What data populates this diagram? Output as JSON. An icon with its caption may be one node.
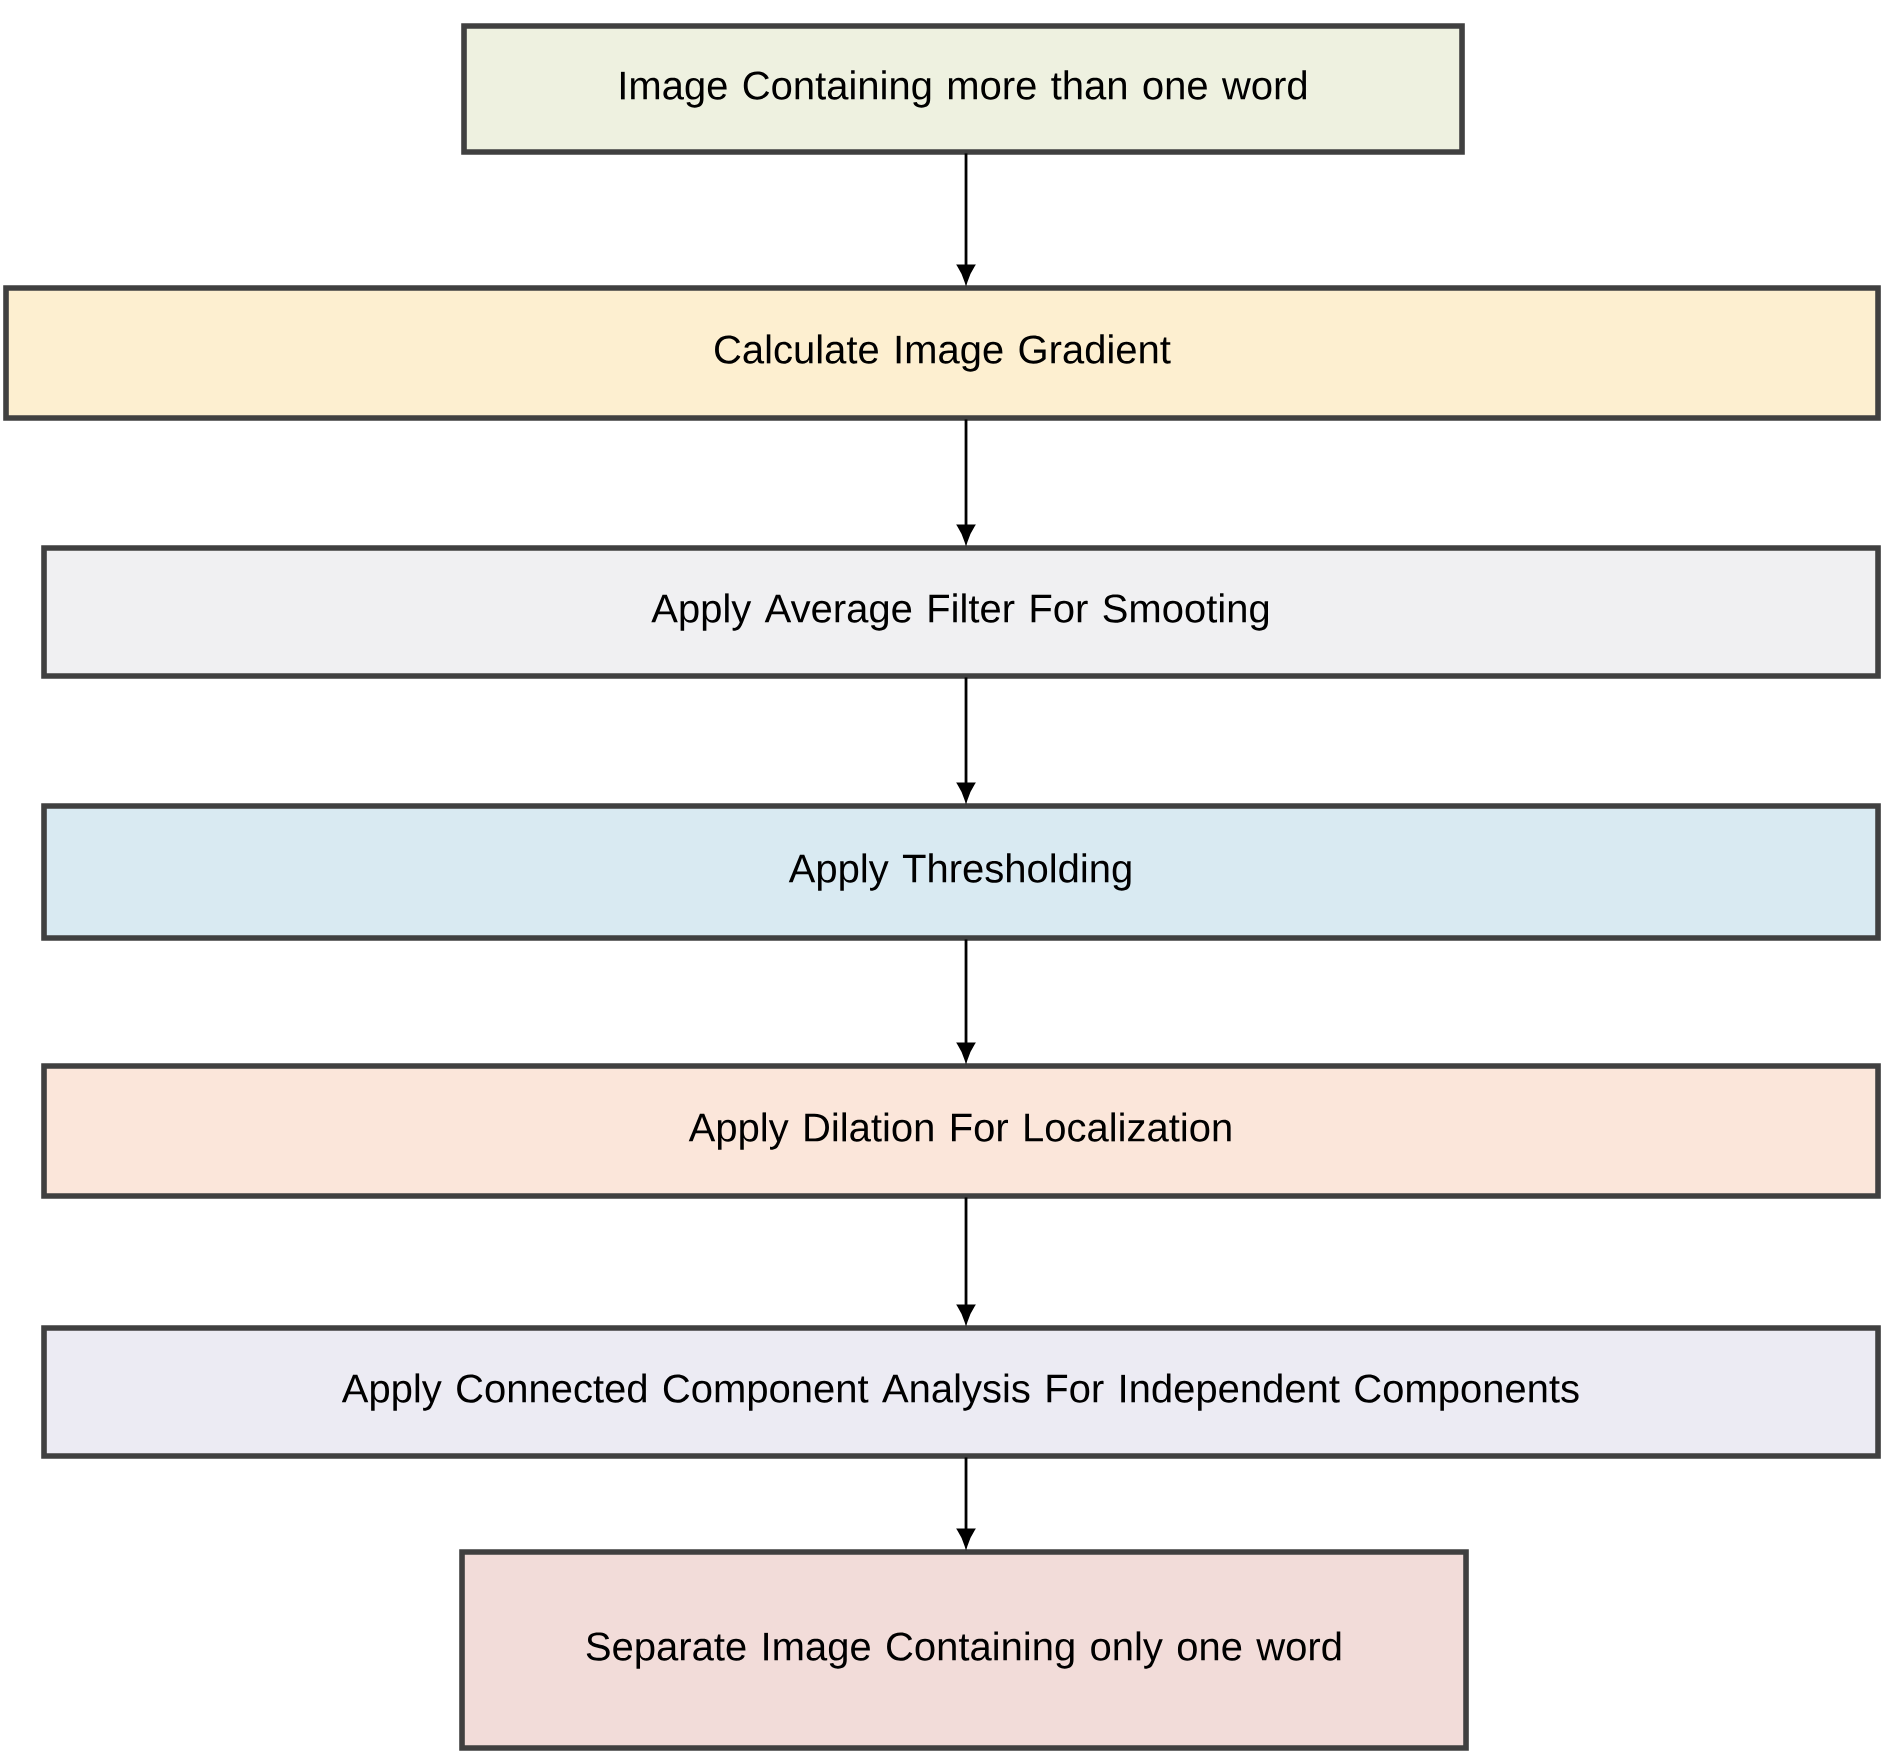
{
  "diagram": {
    "nodes": [
      {
        "text": [
          "Image Containing more than one word"
        ]
      },
      {
        "text": [
          "Calculate Image Gradient"
        ]
      },
      {
        "text": [
          "Apply Average Filter For Smooting"
        ]
      },
      {
        "text": [
          "Apply Thresholding"
        ]
      },
      {
        "text": [
          "Apply Dilation For Localization"
        ]
      },
      {
        "text": [
          "Apply Connected Component Analysis For Independent Components"
        ]
      },
      {
        "text": [
          "Separate Image Containing only one word"
        ]
      }
    ],
    "edges": [
      {
        "from": 0,
        "to": 1,
        "arrow": "to"
      },
      {
        "from": 1,
        "to": 2,
        "arrow": "to"
      },
      {
        "from": 2,
        "to": 3,
        "arrow": "to"
      },
      {
        "from": 3,
        "to": 4,
        "arrow": "to"
      },
      {
        "from": 4,
        "to": 5,
        "arrow": "to"
      },
      {
        "from": 5,
        "to": 6,
        "arrow": "to"
      }
    ]
  }
}
